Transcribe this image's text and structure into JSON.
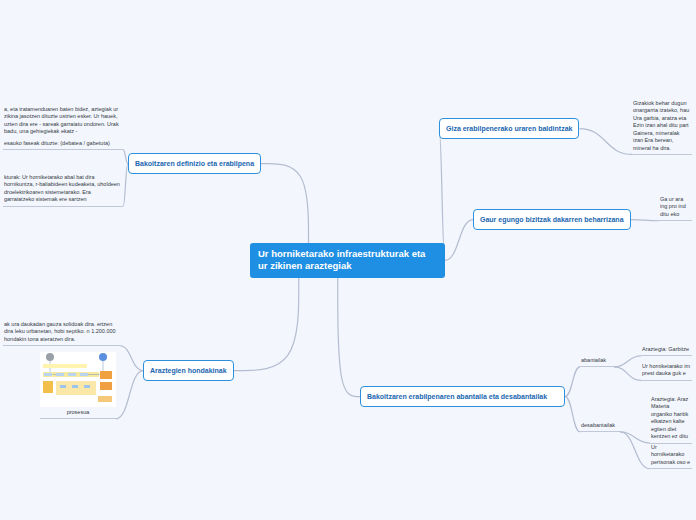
{
  "diagram": {
    "nodes": [
      {
        "text": [
          "Ur horniketarako infraestrukturak eta ur zikinen araztegiak"
        ]
      },
      {
        "text": [
          "Giza erabilpenerako uraren baldintzak"
        ]
      },
      {
        "text": [
          "Gaur egungo bizitzak dakarren beharrizana"
        ]
      },
      {
        "text": [
          "Bakoitzaren erabilpenaren  abantaila eta desabantailak"
        ]
      },
      {
        "text": [
          "Bakoitzaren definizio eta erabilpena"
        ]
      },
      {
        "text": [
          "Araztegien hondakinak"
        ]
      },
      {
        "text": [
          "Gizakiok behar dugun onargarria izateko, hau Ura garbia, aratza eta Ezin izan ahal ditu part Gainera, mineralak izan Era berean, mineral ha dira."
        ]
      },
      {
        "text": [
          "Ga ur ara ing pro ind ditu eko"
        ]
      },
      {
        "text": [
          "abantailak"
        ]
      },
      {
        "text": [
          "desabantailak"
        ]
      },
      {
        "text": [
          "Araztegia: Garbitze"
        ]
      },
      {
        "text": [
          "Ur horniketarako im prest dauka guk e"
        ]
      },
      {
        "text": [
          "Araztegia: Araz Materia organiko haritik elkatzen kalte egiten diet kentzen ez ditu"
        ]
      },
      {
        "text": [
          "Ur horniketarako pertsonak oso e"
        ]
      },
      {
        "text": [
          "a, eta tratamenduaren baten bidez, aztegiak ur zikina jasotzen dituzte ustrien esker. Ur hauek, uzten dira ere - sareak garraiatu ondoren. Urak badu, una gehiegiekak ekatz -",
          "esauko faseak dituzte: (debatea / gabetuta)"
        ]
      },
      {
        "text": [
          "kturak: Ur horniketarako abal bat dira hornikuntza, r-baliabideen kudeaketa, uholdeen droelektrikoaren sistemetarako. Era garraiatzeko sistemak ere sartzen"
        ]
      },
      {
        "text": [
          "ak ura daukadan gauza solidoak dira. ertzen dira leku urbanetan, hobi septiko. n 1.200.000 hondakin tona ateratzen dira."
        ]
      },
      {
        "text": [
          "prosesua"
        ]
      }
    ],
    "edges": [
      {
        "from": 0,
        "to": 1,
        "arrow": "none"
      },
      {
        "from": 0,
        "to": 2,
        "arrow": "none"
      },
      {
        "from": 0,
        "to": 3,
        "arrow": "none"
      },
      {
        "from": 0,
        "to": 4,
        "arrow": "none"
      },
      {
        "from": 0,
        "to": 5,
        "arrow": "none"
      },
      {
        "from": 1,
        "to": 6,
        "arrow": "none"
      },
      {
        "from": 2,
        "to": 7,
        "arrow": "none"
      },
      {
        "from": 3,
        "to": 8,
        "arrow": "none"
      },
      {
        "from": 3,
        "to": 9,
        "arrow": "none"
      },
      {
        "from": 8,
        "to": 10,
        "arrow": "none"
      },
      {
        "from": 8,
        "to": 11,
        "arrow": "none"
      },
      {
        "from": 9,
        "to": 12,
        "arrow": "none"
      },
      {
        "from": 9,
        "to": 13,
        "arrow": "none"
      },
      {
        "from": 4,
        "to": 14,
        "arrow": "none"
      },
      {
        "from": 4,
        "to": 15,
        "arrow": "none"
      },
      {
        "from": 5,
        "to": 16,
        "arrow": "none"
      },
      {
        "from": 5,
        "to": 17,
        "arrow": "none"
      }
    ]
  }
}
